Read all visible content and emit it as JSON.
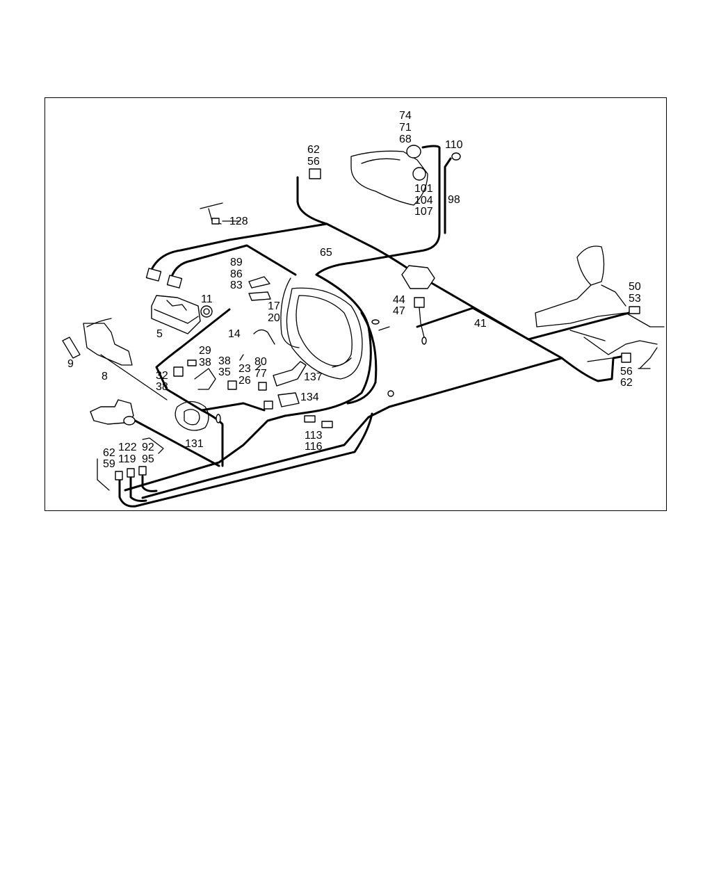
{
  "callouts": {
    "c74": "74",
    "c71": "71",
    "c68": "68",
    "c110": "110",
    "c62a": "62",
    "c56a": "56",
    "c101": "101",
    "c104": "104",
    "c107": "107",
    "c98": "98",
    "c128": "128",
    "c65": "65",
    "c89": "89",
    "c86": "86",
    "c83": "83",
    "c11": "11",
    "c17": "17",
    "c20": "20",
    "c44": "44",
    "c47": "47",
    "c41": "41",
    "c50": "50",
    "c53": "53",
    "c5": "5",
    "c14": "14",
    "c9": "9",
    "c8": "8",
    "c29": "29",
    "c38a": "38",
    "c38b": "38",
    "c35": "35",
    "c80": "80",
    "c23": "23",
    "c77": "77",
    "c137": "137",
    "c26": "26",
    "c32": "32",
    "c38c": "38",
    "c134": "134",
    "c56b": "56",
    "c62b": "62",
    "c131": "131",
    "c113": "113",
    "c116": "116",
    "c62c": "62",
    "c59": "59",
    "c122": "122",
    "c119": "119",
    "c92": "92",
    "c95": "95"
  }
}
